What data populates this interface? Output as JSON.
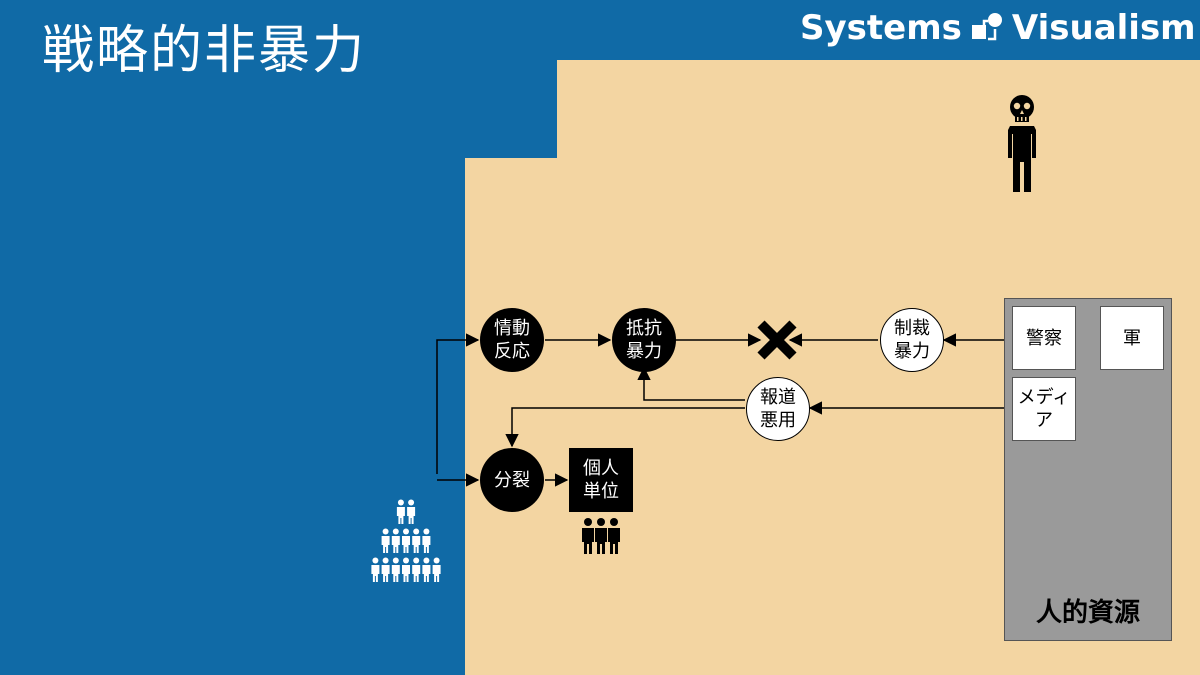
{
  "header": {
    "title": "戦略的非暴力",
    "brand_left": "Systems",
    "brand_right": "Visualism"
  },
  "diagram": {
    "nodes": {
      "emotional_reaction": "情動\n反応",
      "resistance_violence": "抵抗\n暴力",
      "sanction_violence": "制裁\n暴力",
      "media_abuse": "報道\n悪用",
      "split": "分裂",
      "individual_unit": "個人\n単位"
    },
    "resources": {
      "label": "人的資源",
      "police": "警察",
      "military": "軍",
      "media": "メディ\nア"
    }
  },
  "colors": {
    "background_blue": "#106aa6",
    "region_beige": "#f3d5a2",
    "panel_gray": "#9a9a9a",
    "node_black": "#000000",
    "node_white": "#ffffff"
  },
  "icons": [
    "skull-figure-icon",
    "crowd-pyramid-icon",
    "group-of-people-icon",
    "cross-mark-icon",
    "systems-visualism-logo-icon"
  ]
}
